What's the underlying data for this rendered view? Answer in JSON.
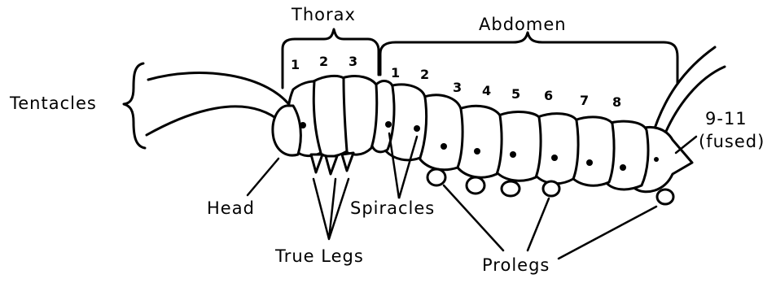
{
  "labels": {
    "thorax": "Thorax",
    "abdomen": "Abdomen",
    "tentacles": "Tentacles",
    "head": "Head",
    "true_legs": "True Legs",
    "spiracles": "Spiracles",
    "prolegs": "Prolegs",
    "fused_range": "9-11",
    "fused_note": "(fused)"
  },
  "thorax_segments": [
    "1",
    "2",
    "3"
  ],
  "abdomen_segments": [
    "1",
    "2",
    "3",
    "4",
    "5",
    "6",
    "7",
    "8"
  ]
}
